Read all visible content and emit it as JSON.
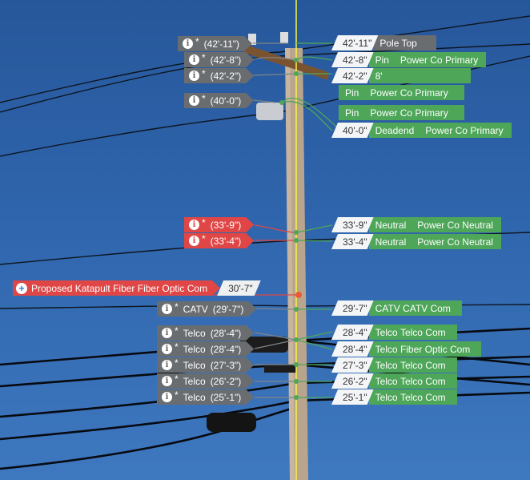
{
  "colors": {
    "sky": "#2f65ac",
    "label_gray": "#6a6d70",
    "label_red": "#e04646",
    "label_green": "#4ea659",
    "height_chip": "#f3f5f7",
    "accent_blue": "#2b8ae6",
    "pole_line": "#f5f542"
  },
  "left_labels": [
    {
      "icon": "info-icon",
      "type": "",
      "height": "(42'-11\")"
    },
    {
      "icon": "info-icon",
      "type": "",
      "height": "(42'-8\")"
    },
    {
      "icon": "info-icon",
      "type": "",
      "height": "(42'-2\")"
    },
    {
      "icon": "info-icon",
      "type": "",
      "height": "(40'-0\")"
    },
    {
      "icon": "info-icon",
      "type": "",
      "height": "(33'-9\")"
    },
    {
      "icon": "info-icon",
      "type": "",
      "height": "(33'-4\")"
    },
    {
      "icon": "info-icon",
      "type": "CATV",
      "height": "(29'-7\")"
    },
    {
      "icon": "info-icon",
      "type": "Telco",
      "height": "(28'-4\")"
    },
    {
      "icon": "info-icon",
      "type": "Telco",
      "height": "(28'-4\")"
    },
    {
      "icon": "info-icon",
      "type": "Telco",
      "height": "(27'-3\")"
    },
    {
      "icon": "info-icon",
      "type": "Telco",
      "height": "(26'-2\")"
    },
    {
      "icon": "info-icon",
      "type": "Telco",
      "height": "(25'-1\")"
    }
  ],
  "star": "*",
  "info_glyph": "i",
  "proposed": {
    "icon": "plus-circle-icon",
    "label": "Proposed Katapult Fiber Fiber Optic Com",
    "height": "30'-7\""
  },
  "right_labels": [
    {
      "height": "42'-11\"",
      "type": "Pole Top",
      "owner": ""
    },
    {
      "height": "42'-8\"",
      "type": "Pin",
      "owner": "Power Co Primary"
    },
    {
      "height": "42'-2\"",
      "type": "8'",
      "owner": ""
    },
    {
      "height": "",
      "type": "Pin",
      "owner": "Power Co Primary"
    },
    {
      "height": "",
      "type": "Pin",
      "owner": "Power Co Primary"
    },
    {
      "height": "40'-0\"",
      "type": "Deadend",
      "owner": "Power Co Primary"
    },
    {
      "height": "33'-9\"",
      "type": "Neutral",
      "owner": "Power Co Neutral"
    },
    {
      "height": "33'-4\"",
      "type": "Neutral",
      "owner": "Power Co Neutral"
    },
    {
      "height": "29'-7\"",
      "type": "CATV",
      "owner": "CATV Com"
    },
    {
      "height": "28'-4\"",
      "type": "Telco",
      "owner": "Telco Com"
    },
    {
      "height": "28'-4\"",
      "type": "Telco",
      "owner": "Fiber Optic Com"
    },
    {
      "height": "27'-3\"",
      "type": "Telco",
      "owner": "Telco Com"
    },
    {
      "height": "26'-2\"",
      "type": "Telco",
      "owner": "Telco Com"
    },
    {
      "height": "25'-1\"",
      "type": "Telco",
      "owner": "Telco Com"
    }
  ]
}
